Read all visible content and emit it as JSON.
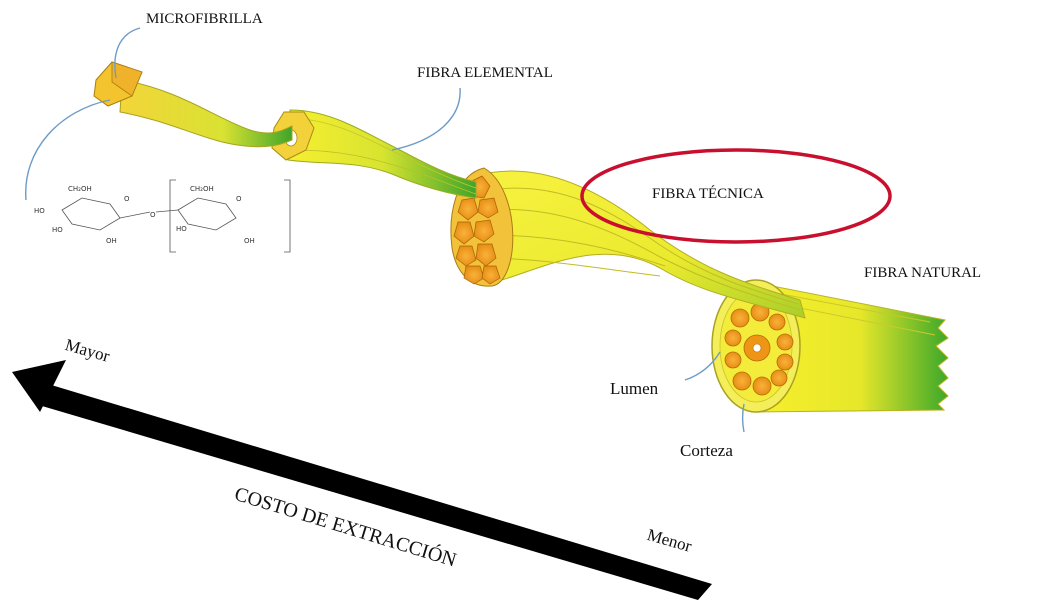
{
  "labels": {
    "microfibril": "MICROFIBRILLA",
    "elementary_fiber": "FIBRA ELEMENTAL",
    "technical_fiber": "FIBRA TÉCNICA",
    "natural_fiber": "FIBRA NATURAL",
    "lumen": "Lumen",
    "cortex": "Corteza"
  },
  "cost_axis": {
    "title": "COSTO DE EXTRACCIÓN",
    "high": "Mayor",
    "low": "Menor"
  },
  "cellulose": {
    "groups": [
      "CH₂OH",
      "HO",
      "HO",
      "OH",
      "O",
      "CH₂OH",
      "HO",
      "OH",
      "O",
      "O"
    ]
  },
  "colors": {
    "fiber_yellow": "#f5ef2a",
    "fiber_green": "#4cae2c",
    "cell_orange": "#f6a01a",
    "highlight_ellipse": "#c8102e",
    "arrow": "#000000",
    "pointer_blue": "#6c9bc7"
  }
}
